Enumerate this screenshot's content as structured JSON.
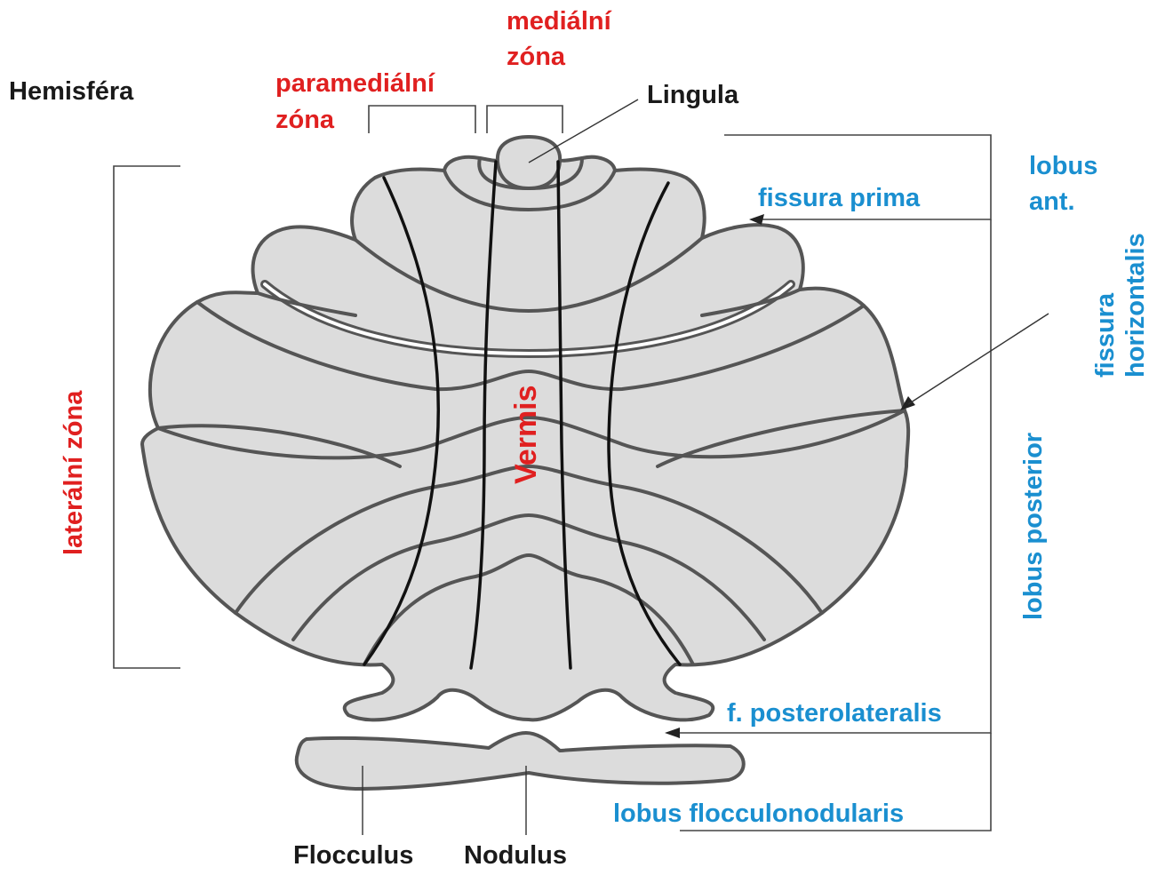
{
  "colors": {
    "tissue_fill": "#dcdcdc",
    "outline": "#555555",
    "zone_line": "#111111",
    "label_black": "#1a1a1a",
    "label_red": "#e02020",
    "label_blue": "#1a8fd0"
  },
  "labels": {
    "hemisfera": "Hemisféra",
    "paramedialni_1": "paramediální",
    "paramedialni_2": "zóna",
    "medialni_1": "mediální",
    "medialni_2": "zóna",
    "lingula": "Lingula",
    "lateralni": "laterální zóna",
    "vermis": "Vermis",
    "lobus_ant_1": "lobus",
    "lobus_ant_2": "ant.",
    "fissura_prima": "fissura prima",
    "fissura_horizontalis_1": "fissura",
    "fissura_horizontalis_2": "horizontalis",
    "lobus_posterior": "lobus posterior",
    "f_posterolateralis": "f. posterolateralis",
    "lobus_flocculonodularis": "lobus flocculonodularis",
    "flocculus": "Flocculus",
    "nodulus": "Nodulus"
  }
}
